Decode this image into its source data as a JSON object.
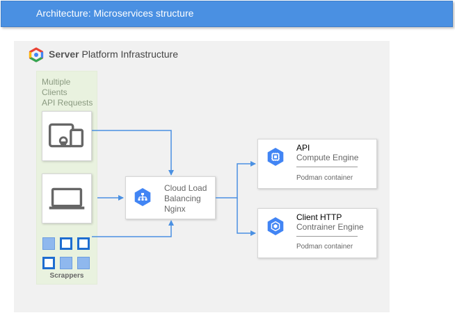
{
  "header": {
    "title": "Architecture: Microservices structure"
  },
  "platform": {
    "title_bold": "Server",
    "title_rest": "Platform Infrastructure"
  },
  "clients": {
    "label_lines": [
      "Multiple",
      "Clients",
      "API Requests"
    ],
    "scrappers_label": "Scrappers",
    "scrapper_tiles": [
      "filled",
      "hollow",
      "hollow",
      "hollow",
      "filled",
      "filled"
    ]
  },
  "load_balancer": {
    "label_lines": [
      "Cloud Load",
      "Balancing",
      "Nginx"
    ]
  },
  "engines": [
    {
      "title": "API",
      "subtitle": "Compute Engine",
      "footer": "Podman container",
      "icon": "compute-engine-icon"
    },
    {
      "title": "Client HTTP",
      "subtitle": "Contrainer Engine",
      "footer": "Podman container",
      "icon": "container-engine-icon"
    }
  ],
  "colors": {
    "header_bg": "#4a90e2",
    "platform_bg": "#f1f1f1",
    "clients_group_bg": "#e9f2df",
    "connector": "#4a90e2",
    "service_icon": "#4285f4"
  },
  "icons": [
    "google-cloud-logo-icon",
    "devices-icon",
    "laptop-icon",
    "load-balancing-icon",
    "compute-engine-icon",
    "container-engine-icon"
  ]
}
